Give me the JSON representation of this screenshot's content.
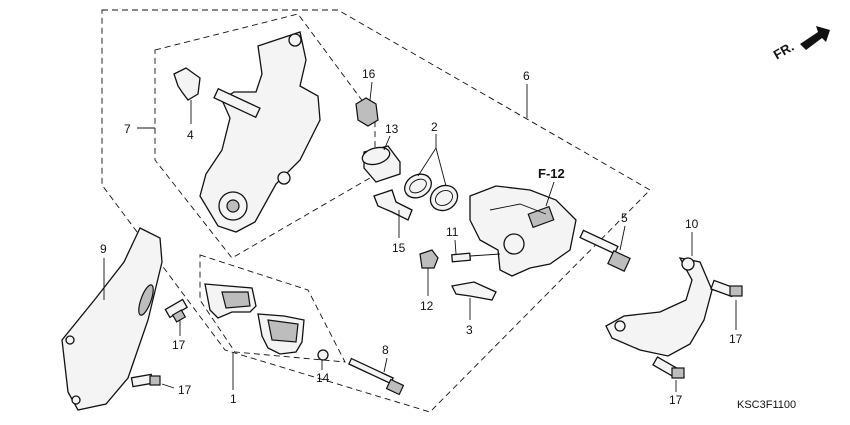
{
  "labels": {
    "l1": "1",
    "l2": "2",
    "l3": "3",
    "l4": "4",
    "l5": "5",
    "l6": "6",
    "l7": "7",
    "l8": "8",
    "l9": "9",
    "l10": "10",
    "l11": "11",
    "l12": "12",
    "l13": "13",
    "l14": "14",
    "l15": "15",
    "l16": "16",
    "l17a": "17",
    "l17b": "17",
    "l17c": "17",
    "l17d": "17"
  },
  "ref": "F-12",
  "front": "FR.",
  "code": "KSC3F1100"
}
